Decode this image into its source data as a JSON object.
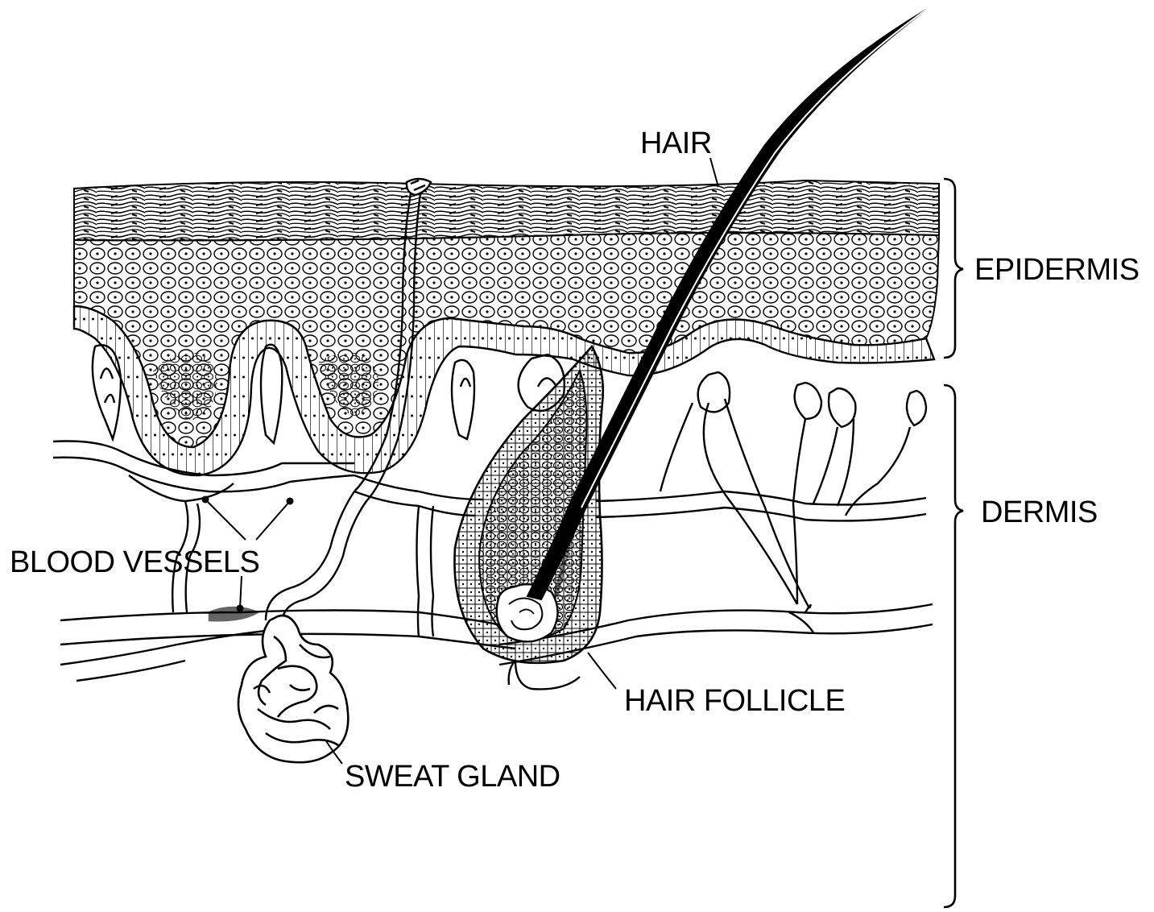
{
  "labels": {
    "hair": "HAIR",
    "epidermis": "EPIDERMIS",
    "dermis": "DERMIS",
    "blood_vessels": "BLOOD VESSELS",
    "hair_follicle": "HAIR FOLLICLE",
    "sweat_gland": "SWEAT GLAND"
  },
  "colors": {
    "ink": "#000000",
    "background": "#ffffff"
  }
}
